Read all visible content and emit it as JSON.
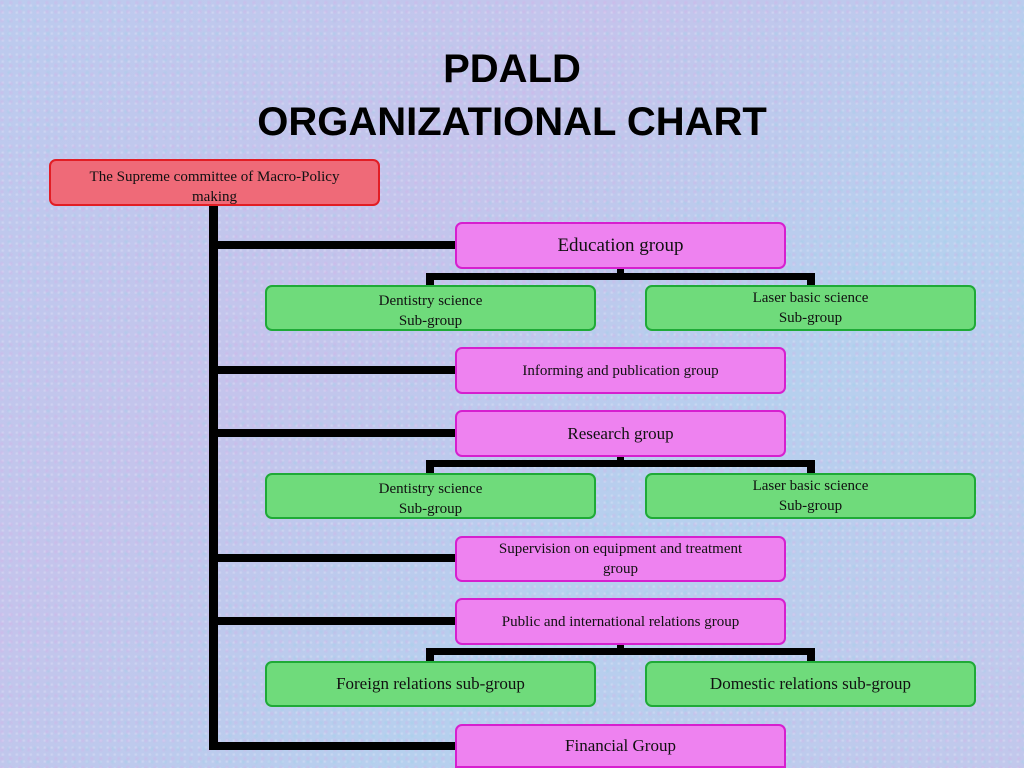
{
  "title": {
    "line1": "PDALD",
    "line2": "ORGANIZATIONAL CHART"
  },
  "root": {
    "line1": "The Supreme committee of Macro-Policy",
    "line2": "making"
  },
  "groups": {
    "education": "Education group",
    "informing": "Informing and publication group",
    "research": "Research group",
    "supervision": {
      "line1": "Supervision on equipment and treatment",
      "line2": "group"
    },
    "public": "Public and international relations group",
    "financial": "Financial Group"
  },
  "subgroups": {
    "edu_dentistry": {
      "line1": "Dentistry science",
      "line2": "Sub-group"
    },
    "edu_laser": {
      "line1": "Laser basic science",
      "line2": "Sub-group"
    },
    "res_dentistry": {
      "line1": "Dentistry science",
      "line2": "Sub-group"
    },
    "res_laser": {
      "line1": "Laser basic science",
      "line2": "Sub-group"
    },
    "foreign": "Foreign relations sub-group",
    "domestic": "Domestic relations sub-group"
  },
  "colors": {
    "root_fill": "#ef6a78",
    "root_border": "#e21d24",
    "group_fill": "#ee82f0",
    "group_border": "#d61fcf",
    "subgroup_fill": "#6fdb7b",
    "subgroup_border": "#1faa37",
    "connector": "#000000"
  }
}
